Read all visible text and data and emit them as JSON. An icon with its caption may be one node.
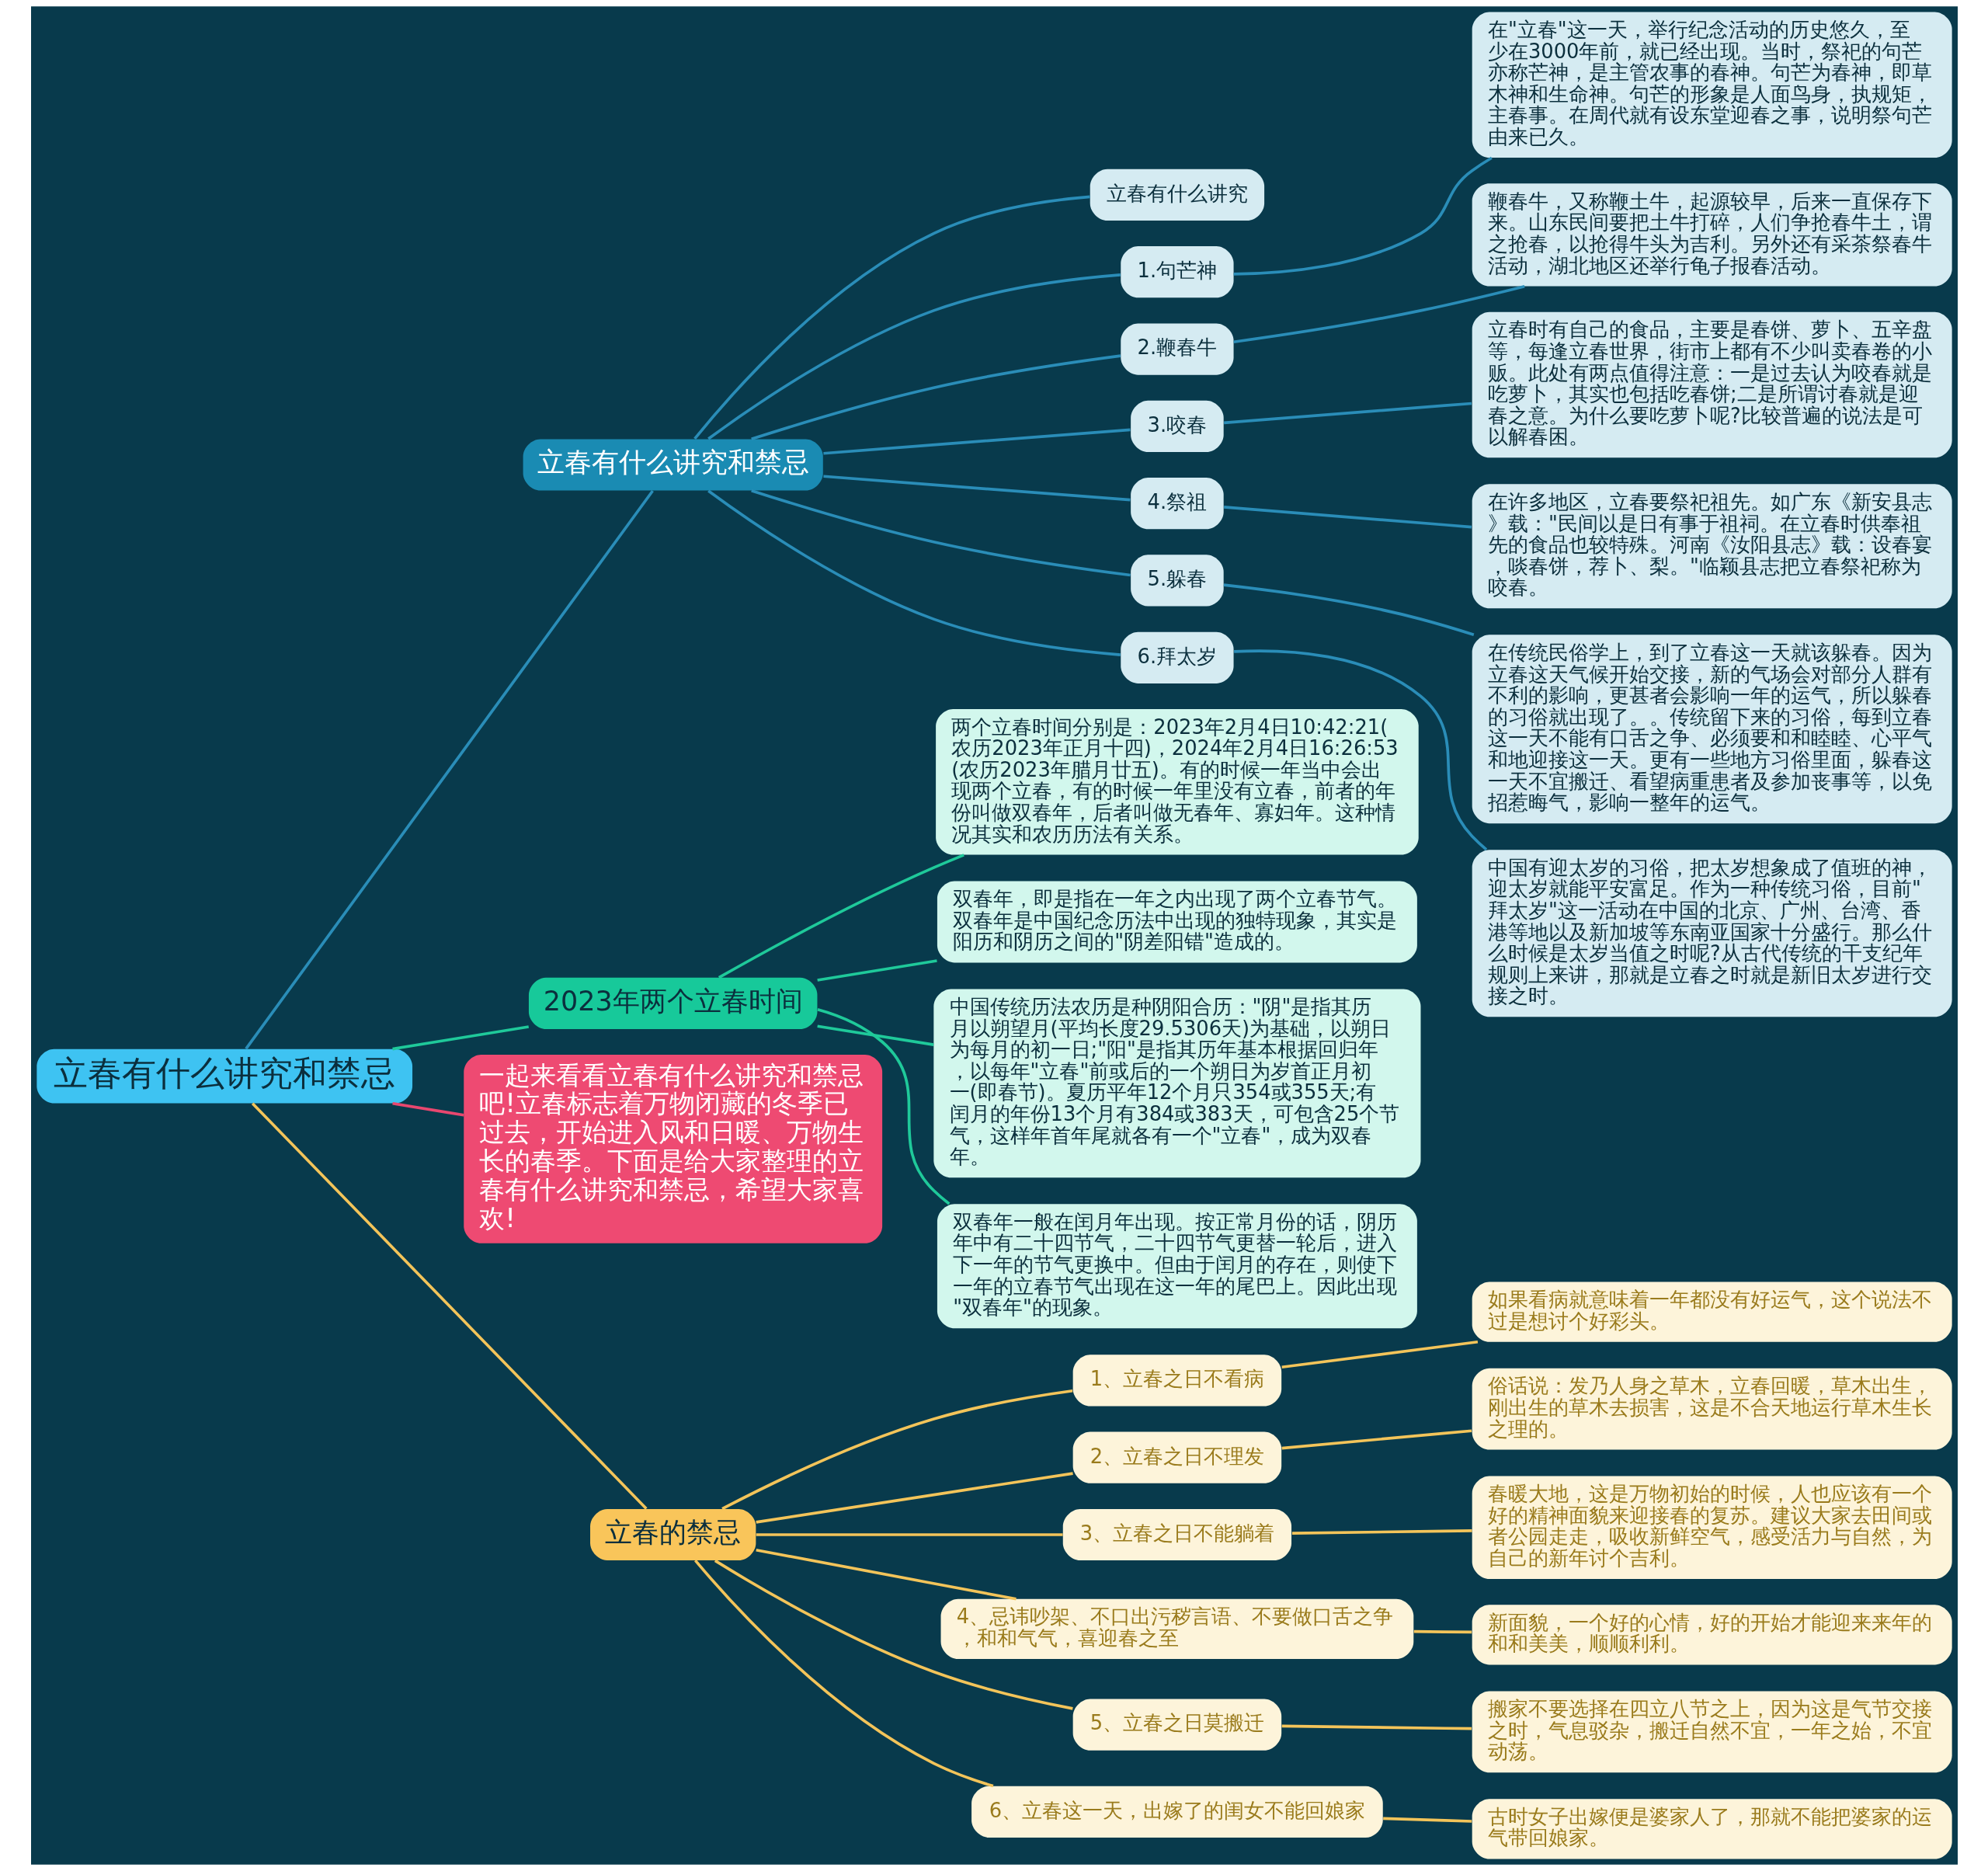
{
  "diagram": {
    "nodes": [
      {
        "text": [
          "立春有什么讲究和禁忌"
        ]
      },
      {
        "text": [
          "立春有什么讲究和禁忌"
        ]
      },
      {
        "text": [
          "立春有什么讲究"
        ]
      },
      {
        "text": [
          "1.句芒神"
        ]
      },
      {
        "text": [
          "在\"立春\"这一天，举行纪念活动的历史悠久，至少在3000年前，就已经出现。当时，祭祀的句芒亦称芒神，是主管农事的春神。句芒为春神，即草木神和生命神。句芒的形象是人面鸟身，执规矩，主春事。在周代就有设东堂迎春之事，说明祭句芒由来已久。"
        ]
      },
      {
        "text": [
          "2.鞭春牛"
        ]
      },
      {
        "text": [
          "鞭春牛，又称鞭土牛，起源较早，后来一直保存下来。山东民间要把土牛打碎，人们争抢春牛土，谓之抢春，以抢得牛头为吉利。另外还有采茶祭春牛活动，湖北地区还举行龟子报春活动。"
        ]
      },
      {
        "text": [
          "3.咬春"
        ]
      },
      {
        "text": [
          "立春时有自己的食品，主要是春饼、萝卜、五辛盘等，每逢立春世界，街市上都有不少叫卖春卷的小贩。此处有两点值得注意：一是过去认为咬春就是吃萝卜，其实也包括吃春饼;二是所谓讨春就是迎春之意。为什么要吃萝卜呢?比较普遍的说法是可以解春困。"
        ]
      },
      {
        "text": [
          "4.祭祖"
        ]
      },
      {
        "text": [
          "在许多地区，立春要祭祀祖先。如广东《新安县志》载：\"民间以是日有事于祖祠。在立春时供奉祖先的食品也较特殊。河南《汝阳县志》载：设春宴，啖春饼，荐卜、梨。\"临颖县志把立春祭祀称为咬春。"
        ]
      },
      {
        "text": [
          "5.躲春"
        ]
      },
      {
        "text": [
          "在传统民俗学上，到了立春这一天就该躲春。因为立春这天气候开始交接，新的气场会对部分人群有不利的影响，更甚者会影响一年的运气，所以躲春的习俗就出现了。。传统留下来的习俗，每到立春这一天不能有口舌之争、必须要和和睦睦、心平气和地迎接这一天。更有一些地方习俗里面，躲春这一天不宜搬迁、看望病重患者及参加丧事等，以免招惹晦气，影响一整年的运气。"
        ]
      },
      {
        "text": [
          "6.拜太岁"
        ]
      },
      {
        "text": [
          "中国有迎太岁的习俗，把太岁想象成了值班的神，迎太岁就能平安富足。作为一种传统习俗，目前\"拜太岁\"这一活动在中国的北京、广州、台湾、香港等地以及新加坡等东南亚国家十分盛行。那么什么时候是太岁当值之时呢?从古代传统的干支纪年规则上来讲，那就是立春之时就是新旧太岁进行交接之时。"
        ]
      },
      {
        "text": [
          "2023年两个立春时间"
        ]
      },
      {
        "text": [
          "两个立春时间分别是：2023年2月4日10:42:21(农历2023年正月十四)，2024年2月4日16:26:53(农历2023年腊月廿五)。有的时候一年当中会出现两个立春，有的时候一年里没有立春，前者的年份叫做双春年，后者叫做无春年、寡妇年。这种情况其实和农历历法有关系。"
        ]
      },
      {
        "text": [
          "双春年，即是指在一年之内出现了两个立春节气。双春年是中国纪念历法中出现的独特现象，其实是阳历和阴历之间的\"阴差阳错\"造成的。"
        ]
      },
      {
        "text": [
          "中国传统历法农历是种阴阳合历：\"阴\"是指其历月以朔望月(平均长度29.5306天)为基础，以朔日为每月的初一日;\"阳\"是指其历年基本根据回归年，以每年\"立春\"前或后的一个朔日为岁首正月初一(即春节)。夏历平年12个月只354或355天;有闰月的年份13个月有384或383天，可包含25个节气，这样年首年尾就各有一个\"立春\"，成为双春年。"
        ]
      },
      {
        "text": [
          "双春年一般在闰月年出现。按正常月份的话，阴历年中有二十四节气，二十四节气更替一轮后，进入下一年的节气更换中。但由于闰月的存在，则使下一年的立春节气出现在这一年的尾巴上。因此出现\"双春年\"的现象。"
        ]
      },
      {
        "text": [
          "一起来看看立春有什么讲究和禁忌吧!立春标志着万物闭藏的冬季已过去，开始进入风和日暖、万物生长的春季。下面是给大家整理的立春有什么讲究和禁忌，希望大家喜欢!"
        ]
      },
      {
        "text": [
          "立春的禁忌"
        ]
      },
      {
        "text": [
          "1、立春之日不看病"
        ]
      },
      {
        "text": [
          "如果看病就意味着一年都没有好运气，这个说法不过是想讨个好彩头。"
        ]
      },
      {
        "text": [
          "2、立春之日不理发"
        ]
      },
      {
        "text": [
          "俗话说：发乃人身之草木，立春回暖，草木出生，刚出生的草木去损害，这是不合天地运行草木生长之理的。"
        ]
      },
      {
        "text": [
          "3、立春之日不能躺着"
        ]
      },
      {
        "text": [
          "春暖大地，这是万物初始的时候，人也应该有一个好的精神面貌来迎接春的复苏。建议大家去田间或者公园走走，吸收新鲜空气，感受活力与自然，为自己的新年讨个吉利。"
        ]
      },
      {
        "text": [
          "4、忌讳吵架、不口出污秽言语、不要做口舌之争，和和气气，喜迎春之至"
        ]
      },
      {
        "text": [
          "新面貌，一个好的心情，好的开始才能迎来来年的和和美美，顺顺利利。"
        ]
      },
      {
        "text": [
          "5、立春之日莫搬迁"
        ]
      },
      {
        "text": [
          "搬家不要选择在四立八节之上，因为这是气节交接之时，气息驳杂，搬迁自然不宜，一年之始，不宜动荡。"
        ]
      },
      {
        "text": [
          "6、立春这一天，出嫁了的闺女不能回娘家"
        ]
      },
      {
        "text": [
          "古时女子出嫁便是婆家人了，那就不能把婆家的运气带回娘家。"
        ]
      }
    ],
    "edges": [
      {
        "from": 0,
        "to": 1,
        "arrow": "none"
      },
      {
        "from": 1,
        "to": 2,
        "arrow": "none"
      },
      {
        "from": 1,
        "to": 3,
        "arrow": "none"
      },
      {
        "from": 3,
        "to": 4,
        "arrow": "none"
      },
      {
        "from": 1,
        "to": 5,
        "arrow": "none"
      },
      {
        "from": 5,
        "to": 6,
        "arrow": "none"
      },
      {
        "from": 1,
        "to": 7,
        "arrow": "none"
      },
      {
        "from": 7,
        "to": 8,
        "arrow": "none"
      },
      {
        "from": 1,
        "to": 9,
        "arrow": "none"
      },
      {
        "from": 9,
        "to": 10,
        "arrow": "none"
      },
      {
        "from": 1,
        "to": 11,
        "arrow": "none"
      },
      {
        "from": 11,
        "to": 12,
        "arrow": "none"
      },
      {
        "from": 1,
        "to": 13,
        "arrow": "none"
      },
      {
        "from": 13,
        "to": 14,
        "arrow": "none"
      },
      {
        "from": 0,
        "to": 15,
        "arrow": "none",
        "color": "#1fc99a"
      },
      {
        "from": 15,
        "to": 16,
        "arrow": "none",
        "color": "#1fc99a"
      },
      {
        "from": 15,
        "to": 17,
        "arrow": "none",
        "color": "#1fc99a"
      },
      {
        "from": 15,
        "to": 18,
        "arrow": "none",
        "color": "#1fc99a"
      },
      {
        "from": 15,
        "to": 19,
        "arrow": "none",
        "color": "#1fc99a"
      },
      {
        "from": 0,
        "to": 20,
        "arrow": "none",
        "color": "#e8476f"
      },
      {
        "from": 0,
        "to": 21,
        "arrow": "none",
        "color": "#f3c45a"
      },
      {
        "from": 21,
        "to": 22,
        "arrow": "none",
        "color": "#f3c45a"
      },
      {
        "from": 22,
        "to": 23,
        "arrow": "none",
        "color": "#f3c45a"
      },
      {
        "from": 21,
        "to": 24,
        "arrow": "none",
        "color": "#f3c45a"
      },
      {
        "from": 24,
        "to": 25,
        "arrow": "none",
        "color": "#f3c45a"
      },
      {
        "from": 21,
        "to": 26,
        "arrow": "none",
        "color": "#f3c45a"
      },
      {
        "from": 26,
        "to": 27,
        "arrow": "none",
        "color": "#f3c45a"
      },
      {
        "from": 21,
        "to": 28,
        "arrow": "none",
        "color": "#f3c45a"
      },
      {
        "from": 28,
        "to": 29,
        "arrow": "none",
        "color": "#f3c45a"
      },
      {
        "from": 21,
        "to": 30,
        "arrow": "none",
        "color": "#f3c45a"
      },
      {
        "from": 30,
        "to": 31,
        "arrow": "none",
        "color": "#f3c45a"
      },
      {
        "from": 21,
        "to": 32,
        "arrow": "none",
        "color": "#f3c45a"
      },
      {
        "from": 32,
        "to": 33,
        "arrow": "none",
        "color": "#f3c45a"
      }
    ]
  }
}
